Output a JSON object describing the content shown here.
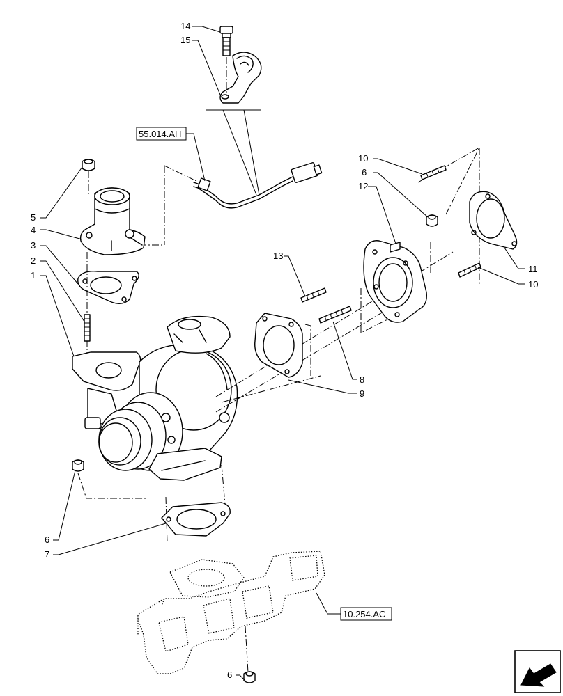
{
  "references": {
    "sensor_ref": "55.014.AH",
    "manifold_ref": "10.254.AC"
  },
  "callouts": {
    "c14": "14",
    "c15": "15",
    "c5": "5",
    "c4": "4",
    "c3": "3",
    "c2": "2",
    "c1": "1",
    "c10a": "10",
    "c6a": "6",
    "c12": "12",
    "c13": "13",
    "c11": "11",
    "c10b": "10",
    "c8": "8",
    "c9": "9",
    "c6b": "6",
    "c7": "7",
    "c6c": "6"
  },
  "icons": {
    "nav": "next-page-arrow-icon"
  }
}
